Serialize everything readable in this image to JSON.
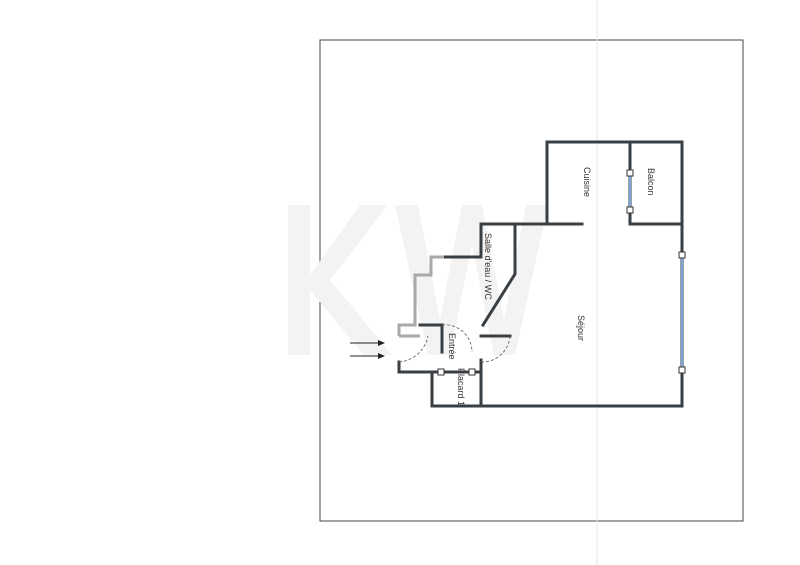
{
  "plan": {
    "watermark": "KW",
    "rooms": {
      "cuisine": "Cuisine",
      "balcon": "Balcon",
      "salle_eau": "Salle d'eau / WC",
      "entree": "Entrée",
      "sejour": "Séjour",
      "placard": "Placard 1"
    },
    "colors": {
      "wall": "#3a3f44",
      "window": "#7aa7d6",
      "partition": "#a9a9a9"
    }
  }
}
